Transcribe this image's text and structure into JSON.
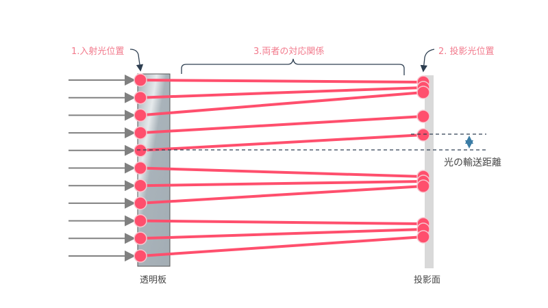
{
  "labels": {
    "incident": "1.入射光位置",
    "correspondence": "3.両者の対応関係",
    "projected": "2. 投影光位置",
    "distance": "光の輸送距離",
    "plate": "透明板",
    "screen": "投影面"
  },
  "colors": {
    "beam": "#ff4f6d",
    "arrow": "#808080",
    "plate": "#a9b3ba",
    "screen": "#d9d9d9",
    "accent_label": "#f27a8c",
    "guide": "#2d3e50"
  },
  "rays": {
    "count": 11
  }
}
